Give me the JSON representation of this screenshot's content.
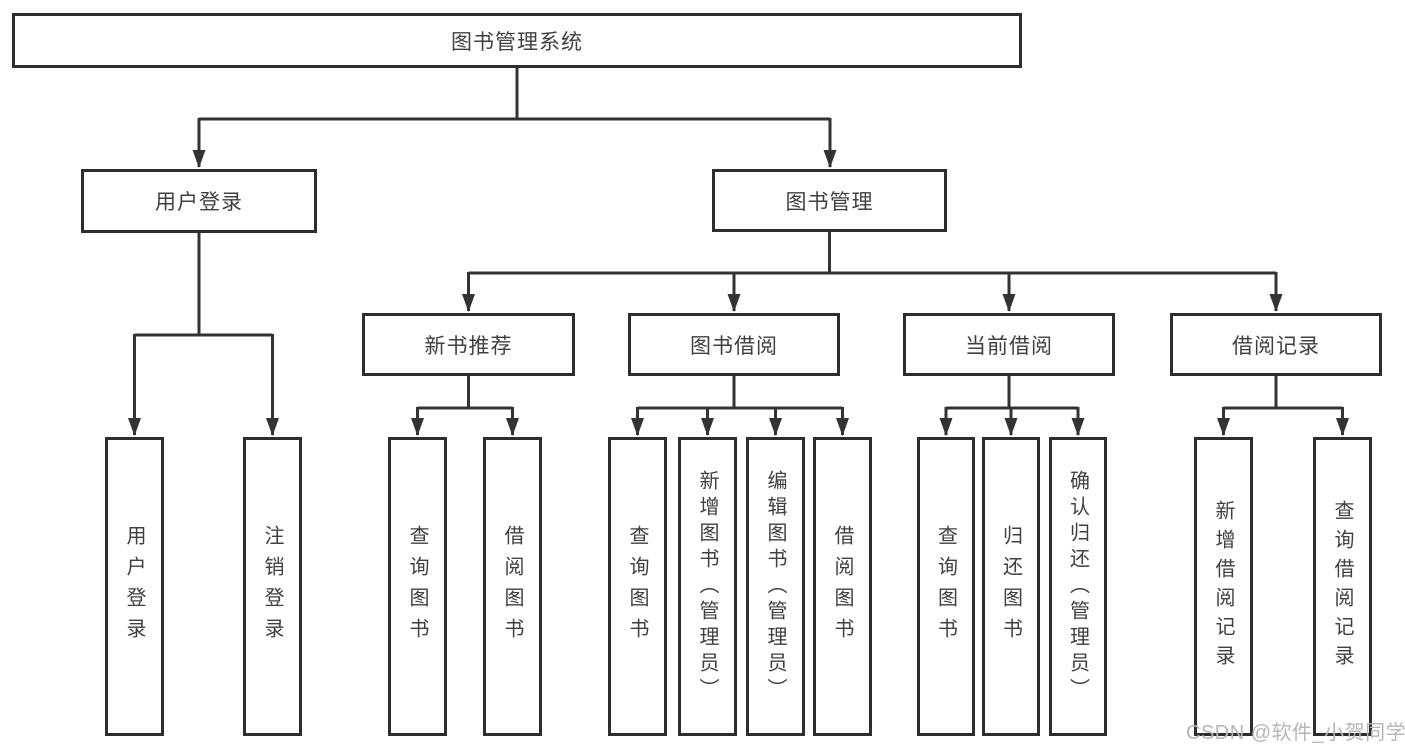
{
  "colors": {
    "background": "#ffffff",
    "line": "#333333",
    "box_border": "#2d2d2d",
    "text": "#404040",
    "watermark": "#b6b6b6"
  },
  "tree": {
    "root": {
      "label": "图书管理系统"
    },
    "children": [
      {
        "label": "用户登录",
        "children": [
          {
            "label": "用户登录"
          },
          {
            "label": "注销登录"
          }
        ]
      },
      {
        "label": "图书管理",
        "children": [
          {
            "label": "新书推荐",
            "children": [
              {
                "label": "查询图书"
              },
              {
                "label": "借阅图书"
              }
            ]
          },
          {
            "label": "图书借阅",
            "children": [
              {
                "label": "查询图书"
              },
              {
                "label": "新增图书（管理员）"
              },
              {
                "label": "编辑图书（管理员）"
              },
              {
                "label": "借阅图书"
              }
            ]
          },
          {
            "label": "当前借阅",
            "children": [
              {
                "label": "查询图书"
              },
              {
                "label": "归还图书"
              },
              {
                "label": "确认归还（管理员）"
              }
            ]
          },
          {
            "label": "借阅记录",
            "children": [
              {
                "label": "新增借阅记录"
              },
              {
                "label": "查询借阅记录"
              }
            ]
          }
        ]
      }
    ]
  },
  "watermark": {
    "text": "CSDN @软件_小贺同学"
  }
}
